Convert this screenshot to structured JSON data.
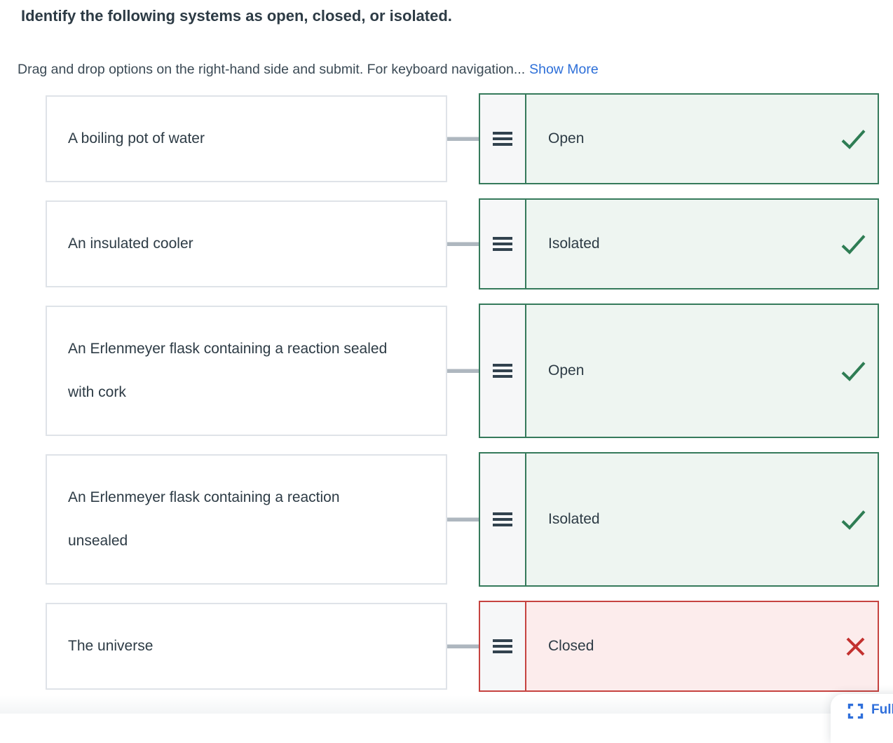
{
  "page": {
    "title": "Identify the following systems as open, closed, or isolated.",
    "instructions": "Drag and drop options on the right-hand side and submit. For keyboard navigation...",
    "show_more_label": "Show More"
  },
  "pairs": [
    {
      "prompt": "A boiling pot of water",
      "answer": "Open",
      "status": "correct",
      "tall": false
    },
    {
      "prompt": "An insulated cooler",
      "answer": "Isolated",
      "status": "correct",
      "tall": false
    },
    {
      "prompt": "An Erlenmeyer flask containing a reaction sealed with cork",
      "answer": "Open",
      "status": "correct",
      "tall": true
    },
    {
      "prompt": "An Erlenmeyer flask containing a reaction unsealed",
      "answer": "Isolated",
      "status": "correct",
      "tall": true
    },
    {
      "prompt": "The universe",
      "answer": "Closed",
      "status": "incorrect",
      "tall": false
    }
  ],
  "fullscreen": {
    "label": "Fullscreen"
  },
  "colors": {
    "text": "#2d3b45",
    "green": "#357a5b",
    "green_bg": "#eef5f1",
    "red": "#c64340",
    "red_bg": "#fcecec",
    "check": "#2e7d54",
    "cross": "#c3312f",
    "link": "#2d6fd8",
    "connector": "#aeb7bf",
    "fullscreen_blue": "#2f6fdb"
  }
}
